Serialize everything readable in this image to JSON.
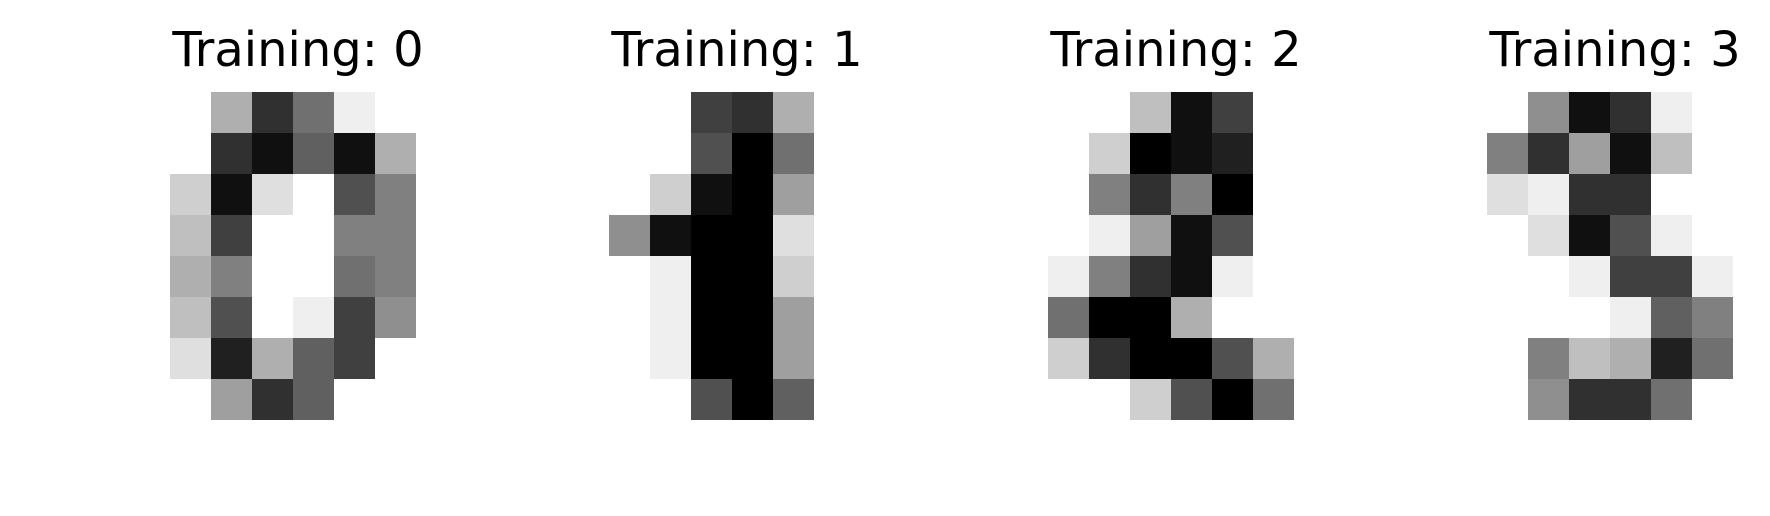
{
  "chart_data": [
    {
      "type": "heatmap",
      "title": "Training: 0",
      "colormap": "gray_r",
      "value_range": [
        0,
        16
      ],
      "axis": "off",
      "image": [
        [
          0,
          0,
          5,
          13,
          9,
          1,
          0,
          0
        ],
        [
          0,
          0,
          13,
          15,
          10,
          15,
          5,
          0
        ],
        [
          0,
          3,
          15,
          2,
          0,
          11,
          8,
          0
        ],
        [
          0,
          4,
          12,
          0,
          0,
          8,
          8,
          0
        ],
        [
          0,
          5,
          8,
          0,
          0,
          9,
          8,
          0
        ],
        [
          0,
          4,
          11,
          0,
          1,
          12,
          7,
          0
        ],
        [
          0,
          2,
          14,
          5,
          10,
          12,
          0,
          0
        ],
        [
          0,
          0,
          6,
          13,
          10,
          0,
          0,
          0
        ]
      ]
    },
    {
      "type": "heatmap",
      "title": "Training: 1",
      "colormap": "gray_r",
      "value_range": [
        0,
        16
      ],
      "axis": "off",
      "image": [
        [
          0,
          0,
          0,
          12,
          13,
          5,
          0,
          0
        ],
        [
          0,
          0,
          0,
          11,
          16,
          9,
          0,
          0
        ],
        [
          0,
          0,
          3,
          15,
          16,
          6,
          0,
          0
        ],
        [
          0,
          7,
          15,
          16,
          16,
          2,
          0,
          0
        ],
        [
          0,
          0,
          1,
          16,
          16,
          3,
          0,
          0
        ],
        [
          0,
          0,
          1,
          16,
          16,
          6,
          0,
          0
        ],
        [
          0,
          0,
          1,
          16,
          16,
          6,
          0,
          0
        ],
        [
          0,
          0,
          0,
          11,
          16,
          10,
          0,
          0
        ]
      ]
    },
    {
      "type": "heatmap",
      "title": "Training: 2",
      "colormap": "gray_r",
      "value_range": [
        0,
        16
      ],
      "axis": "off",
      "image": [
        [
          0,
          0,
          0,
          4,
          15,
          12,
          0,
          0
        ],
        [
          0,
          0,
          3,
          16,
          15,
          14,
          0,
          0
        ],
        [
          0,
          0,
          8,
          13,
          8,
          16,
          0,
          0
        ],
        [
          0,
          0,
          1,
          6,
          15,
          11,
          0,
          0
        ],
        [
          0,
          1,
          8,
          13,
          15,
          1,
          0,
          0
        ],
        [
          0,
          9,
          16,
          16,
          5,
          0,
          0,
          0
        ],
        [
          0,
          3,
          13,
          16,
          16,
          11,
          5,
          0
        ],
        [
          0,
          0,
          0,
          3,
          11,
          16,
          9,
          0
        ]
      ]
    },
    {
      "type": "heatmap",
      "title": "Training: 3",
      "colormap": "gray_r",
      "value_range": [
        0,
        16
      ],
      "axis": "off",
      "image": [
        [
          0,
          0,
          7,
          15,
          13,
          1,
          0,
          0
        ],
        [
          0,
          8,
          13,
          6,
          15,
          4,
          0,
          0
        ],
        [
          0,
          2,
          1,
          13,
          13,
          0,
          0,
          0
        ],
        [
          0,
          0,
          2,
          15,
          11,
          1,
          0,
          0
        ],
        [
          0,
          0,
          0,
          1,
          12,
          12,
          1,
          0
        ],
        [
          0,
          0,
          0,
          0,
          1,
          10,
          8,
          0
        ],
        [
          0,
          0,
          8,
          4,
          5,
          14,
          9,
          0
        ],
        [
          0,
          0,
          7,
          13,
          13,
          9,
          0,
          0
        ]
      ]
    }
  ]
}
